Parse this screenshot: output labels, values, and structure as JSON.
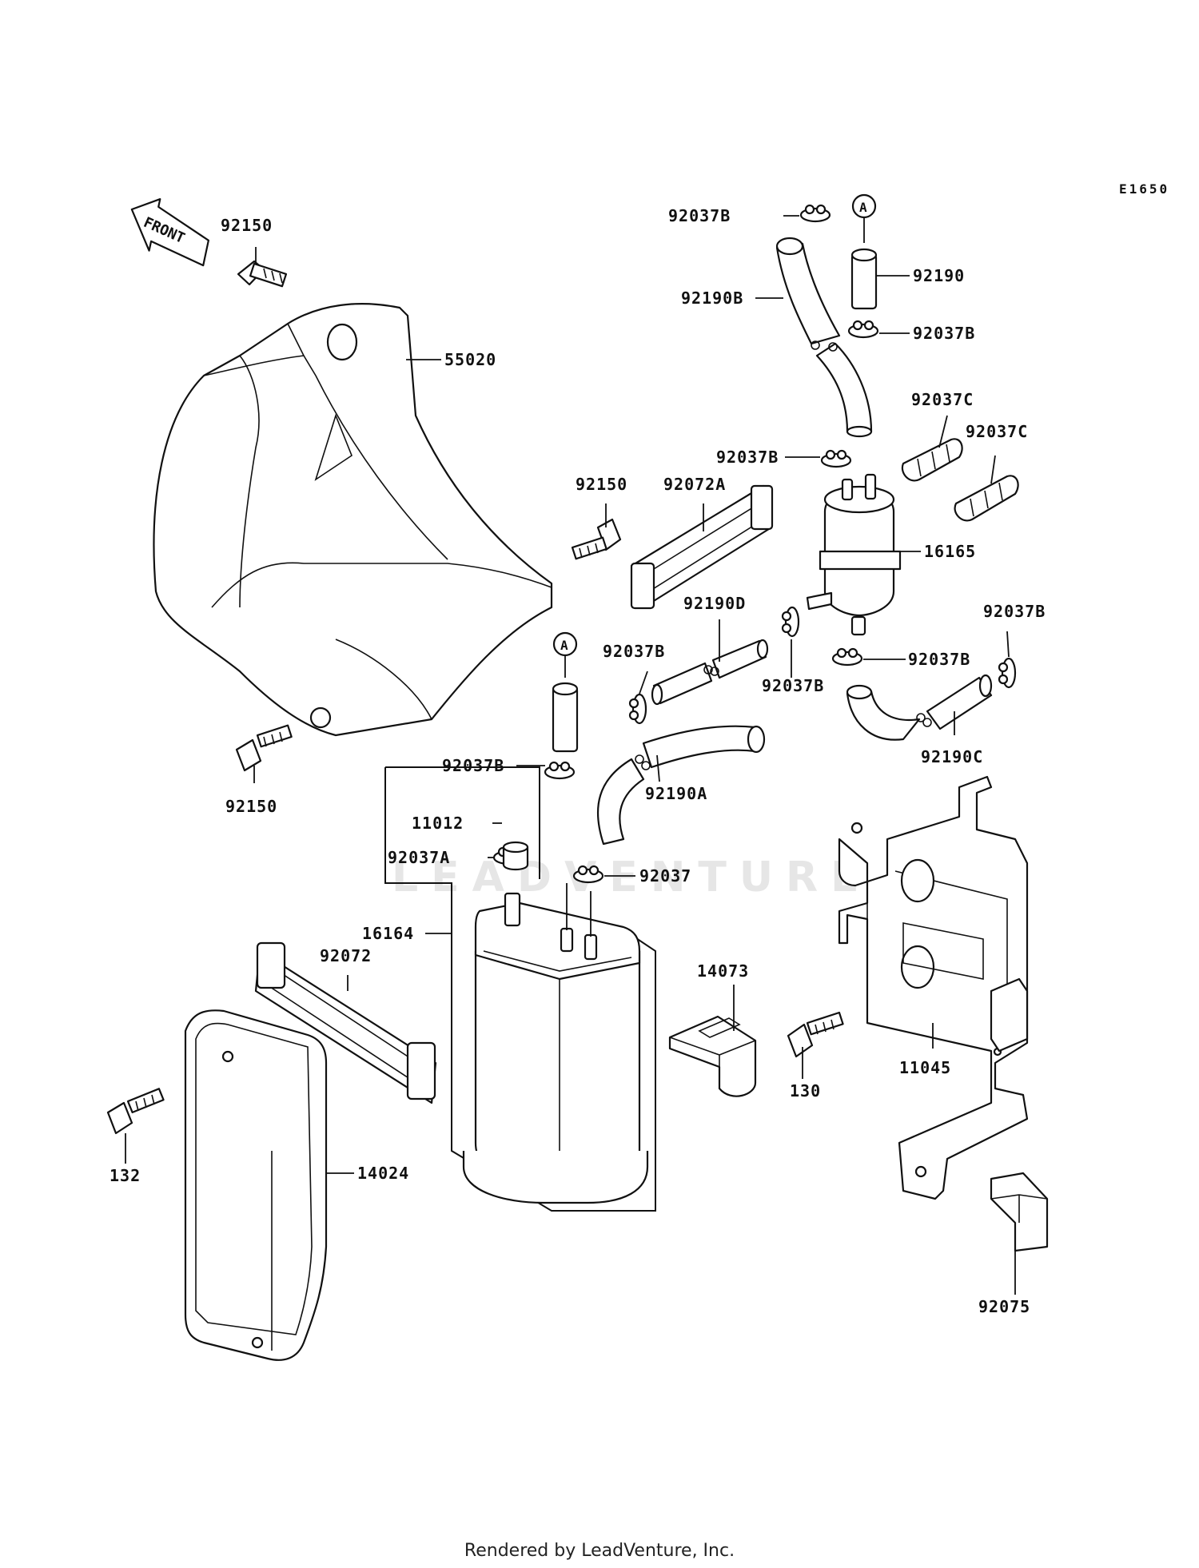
{
  "diagram_code": "E1650",
  "front_label": "FRONT",
  "ref_marker": "A",
  "watermark": "LEADVENTURE",
  "footer": "Rendered by LeadVenture, Inc.",
  "labels": {
    "p92150_top": "92150",
    "p55020": "55020",
    "p92150_mid": "92150",
    "p92150_bot": "92150",
    "p92072A": "92072A",
    "p92037B_1": "92037B",
    "p92190B": "92190B",
    "p92190": "92190",
    "p92037B_2": "92037B",
    "p92037C_1": "92037C",
    "p92037C_2": "92037C",
    "p92037B_3": "92037B",
    "p16165": "16165",
    "p92190D": "92190D",
    "p92037B_4": "92037B",
    "p92037B_5": "92037B",
    "p92037B_6": "92037B",
    "p92037B_7": "92037B",
    "p92190C": "92190C",
    "p92037B_8": "92037B",
    "p92190A": "92190A",
    "p11012": "11012",
    "p92037A": "92037A",
    "p92037": "92037",
    "p16164": "16164",
    "p92072": "92072",
    "p14073": "14073",
    "p130": "130",
    "p11045": "11045",
    "p132": "132",
    "p14024": "14024",
    "p92075": "92075"
  }
}
